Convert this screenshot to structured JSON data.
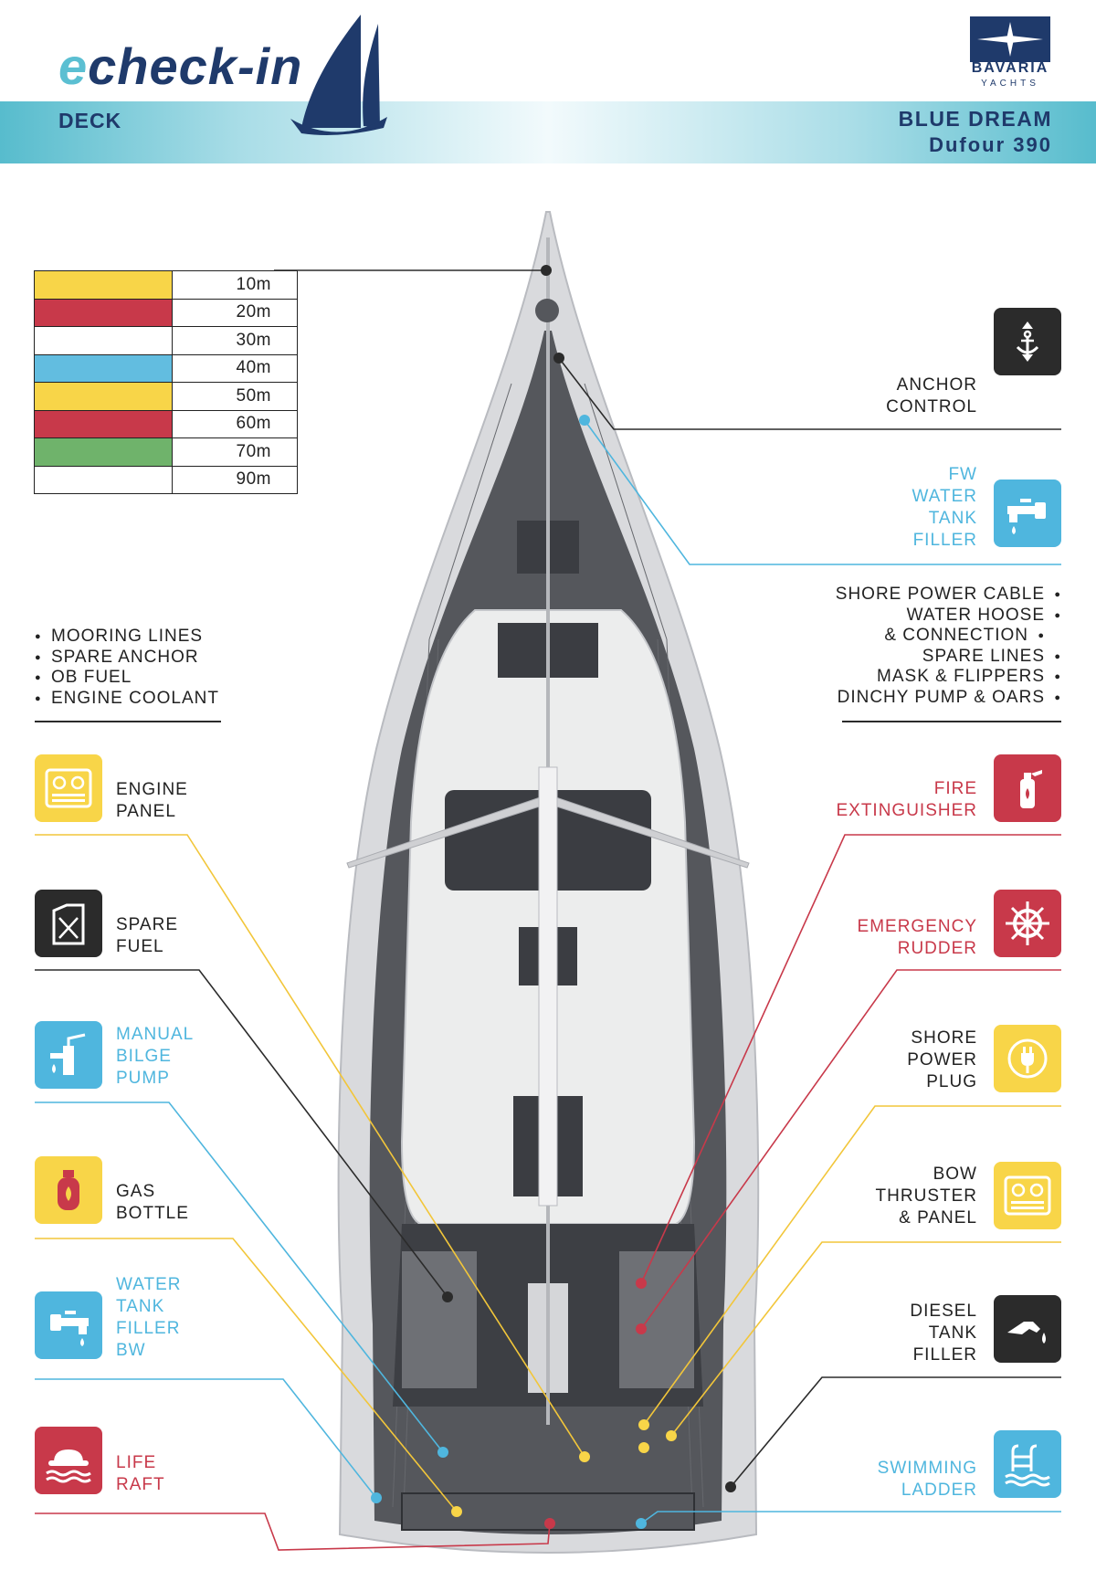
{
  "header": {
    "brand_prefix": "e",
    "brand_rest": "check-in",
    "section": "DECK",
    "boat_name": "BLUE DREAM",
    "boat_model": "Dufour 390",
    "logo_text": "BAVARIA",
    "logo_sub": "YACHTS"
  },
  "colors": {
    "yellow": "#f8d548",
    "red": "#c8394a",
    "white": "#ffffff",
    "blue": "#62bde0",
    "green": "#6fb36b",
    "navy": "#1f3a6b",
    "accent_blue": "#4fb6de",
    "dark": "#2b2b2b"
  },
  "chain_marks": [
    {
      "color": "#f8d548",
      "label": "10m"
    },
    {
      "color": "#c8394a",
      "label": "20m"
    },
    {
      "color": "#ffffff",
      "label": "30m"
    },
    {
      "color": "#62bde0",
      "label": "40m"
    },
    {
      "color": "#f8d548",
      "label": "50m"
    },
    {
      "color": "#c8394a",
      "label": "60m"
    },
    {
      "color": "#6fb36b",
      "label": "70m"
    },
    {
      "color": "#ffffff",
      "label": "90m"
    }
  ],
  "left_locker": {
    "items": [
      "MOORING LINES",
      "SPARE ANCHOR",
      "OB FUEL",
      "ENGINE COOLANT"
    ]
  },
  "right_locker": {
    "items": [
      "SHORE POWER CABLE",
      "WATER HOOSE",
      "& CONNECTION",
      "SPARE LINES",
      "MASK & FLIPPERS",
      "DINCHY PUMP & OARS"
    ]
  },
  "labels": {
    "anchor_control": {
      "l1": "ANCHOR",
      "l2": "CONTROL",
      "icon": "anchor-icon"
    },
    "fw_water": {
      "l1": "FW",
      "l2": "WATER",
      "l3": "TANK",
      "l4": "FILLER",
      "icon": "faucet-icon"
    },
    "engine_panel": {
      "l1": "ENGINE",
      "l2": "PANEL",
      "icon": "panel-gauges-icon"
    },
    "spare_fuel": {
      "l1": "SPARE",
      "l2": "FUEL",
      "icon": "jerrycan-icon"
    },
    "bilge_pump": {
      "l1": "MANUAL",
      "l2": "BILGE",
      "l3": "PUMP",
      "icon": "hand-pump-icon"
    },
    "gas_bottle": {
      "l1": "GAS",
      "l2": "BOTTLE",
      "icon": "gas-bottle-icon"
    },
    "water_bw": {
      "l1": "WATER",
      "l2": "TANK",
      "l3": "FILLER",
      "l4": "BW",
      "icon": "faucet-icon"
    },
    "life_raft": {
      "l1": "LIFE",
      "l2": "RAFT",
      "icon": "life-raft-icon"
    },
    "fire_ext": {
      "l1": "FIRE",
      "l2": "EXTINGUISHER",
      "icon": "fire-extinguisher-icon"
    },
    "emergency_rudder": {
      "l1": "EMERGENCY",
      "l2": "RUDDER",
      "icon": "ship-wheel-icon"
    },
    "shore_plug": {
      "l1": "SHORE",
      "l2": "POWER",
      "l3": "PLUG",
      "icon": "power-plug-icon"
    },
    "bow_thruster": {
      "l1": "BOW",
      "l2": "THRUSTER",
      "l3": "& PANEL",
      "icon": "panel-gauges-icon"
    },
    "diesel": {
      "l1": "DIESEL",
      "l2": "TANK",
      "l3": "FILLER",
      "icon": "fuel-nozzle-icon"
    },
    "swim_ladder": {
      "l1": "SWIMMING",
      "l2": "LADDER",
      "icon": "swim-ladder-icon"
    }
  }
}
